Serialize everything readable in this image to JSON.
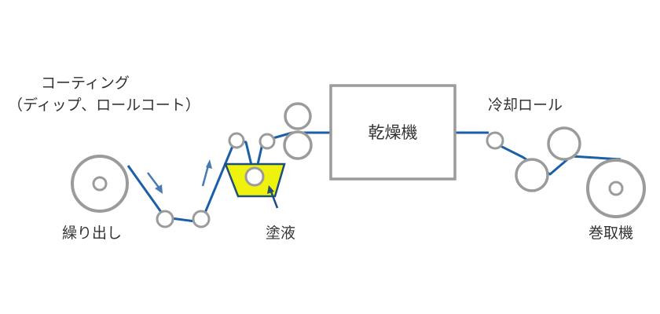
{
  "labels": {
    "coating_line1": "コーティング",
    "coating_line2": "（ディップ、ロールコート）",
    "unwind": "繰り出し",
    "liquid": "塗液",
    "dryer": "乾燥機",
    "cooling": "冷却ロール",
    "winder": "巻取機"
  },
  "colors": {
    "web": "#1a5fa8",
    "roller": "#9b9b9b",
    "liquid_fill": "#eef20c",
    "tank_border": "#1f4e79",
    "arrow": "#4a7ab5",
    "text": "#333333"
  }
}
